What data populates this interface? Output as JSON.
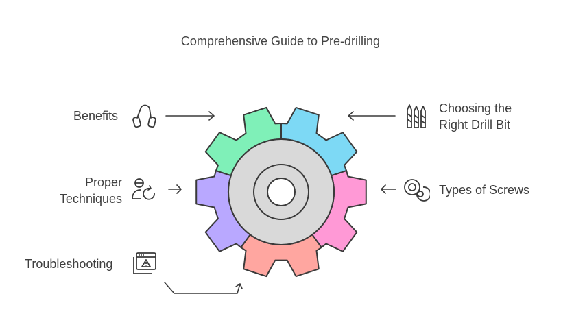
{
  "title": "Comprehensive Guide to Pre-drilling",
  "segments": [
    {
      "label": "Benefits",
      "icon": "grip-strengthener-icon",
      "color": "#7ff0b8"
    },
    {
      "label": "Choosing the Right Drill Bit",
      "line1": "Choosing the",
      "line2": "Right Drill Bit",
      "icon": "drill-bits-icon",
      "color": "#7dd9f5"
    },
    {
      "label": "Types of Screws",
      "icon": "screws-icon",
      "color": "#ff99d6"
    },
    {
      "label": "Troubleshooting",
      "icon": "warning-window-icon",
      "color": "#ffa6a0"
    },
    {
      "label": "Proper Techniques",
      "line1": "Proper",
      "line2": "Techniques",
      "icon": "person-refresh-icon",
      "color": "#b9a8ff"
    }
  ],
  "colors": {
    "hub": "#d9d9d9",
    "stroke": "#3a3a3a"
  }
}
